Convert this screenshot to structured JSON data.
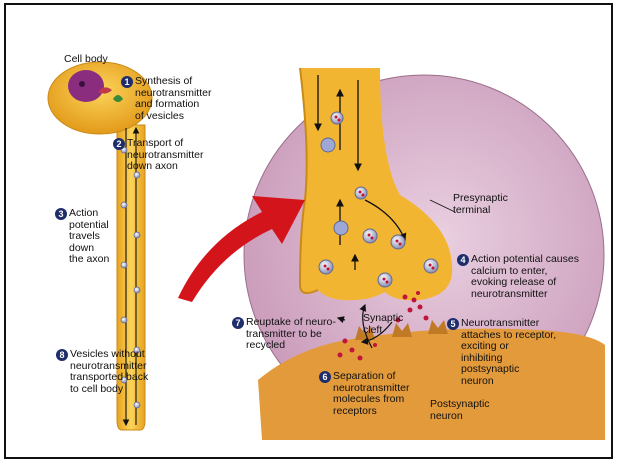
{
  "labels": {
    "cell_body": "Cell body",
    "presynaptic": "Presynaptic\nterminal",
    "synaptic_cleft": "Synaptic\ncleft",
    "postsynaptic": "Postsynaptic\nneuron"
  },
  "steps": [
    {
      "num": "1",
      "text": "Synthesis of\nneurotransmitter\nand formation\nof vesicles"
    },
    {
      "num": "2",
      "text": "Transport of\nneurotransmitter\ndown axon"
    },
    {
      "num": "3",
      "text": "Action\npotential\ntravels\ndown\nthe axon"
    },
    {
      "num": "4",
      "text": "Action potential causes\ncalcium to enter,\nevoking release of\nneurotransmitter"
    },
    {
      "num": "5",
      "text": "Neurotransmitter\nattaches to receptor,\nexciting or\ninhibiting\npostsynaptic\nneuron"
    },
    {
      "num": "6",
      "text": "Separation of\nneurotransmitter\nmolecules from\nreceptors"
    },
    {
      "num": "7",
      "text": "Reuptake of neuro-\ntransmitter to be\nrecycled"
    },
    {
      "num": "8",
      "text": "Vesicles without\nneurotransmitter\ntransported back\nto cell body"
    }
  ],
  "colors": {
    "cytoplasm": "#f2b531",
    "circle_bg": "#d8b3c9",
    "postsynaptic": "#e39a3a",
    "badge": "#1f2d6b",
    "arrow": "#d4141b"
  }
}
